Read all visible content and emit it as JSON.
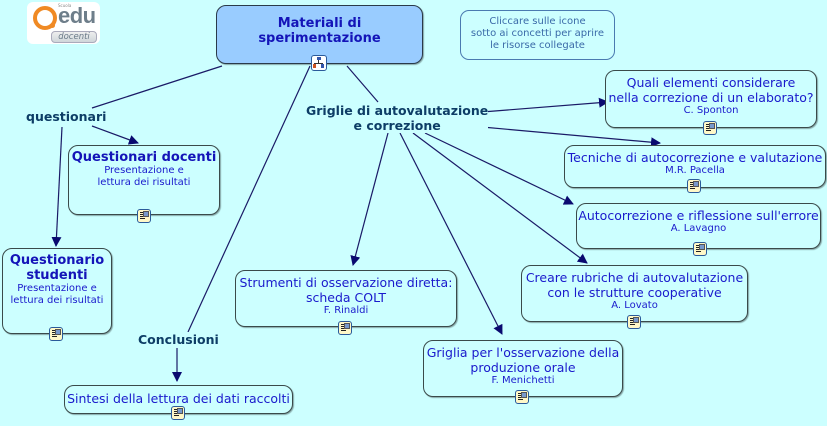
{
  "logo": {
    "small_text": "Scuola",
    "brand": "edu",
    "sub": "docenti"
  },
  "root": {
    "label": "Materiali di sperimentazione",
    "icon": "concept-map-icon"
  },
  "info_box": {
    "lines": [
      "Cliccare sulle icone",
      "sotto ai concetti per aprire",
      "le risorse collegate"
    ]
  },
  "labels": {
    "questionari": "questionari",
    "griglie": [
      "Griglie di autovalutazione",
      "e correzione"
    ],
    "conclusioni": "Conclusioni"
  },
  "nodes": {
    "questionari_docenti": {
      "title": "Questionari docenti",
      "sub": [
        "Presentazione e",
        "lettura dei risultati"
      ],
      "icon": "document-icon"
    },
    "questionario_studenti": {
      "title": [
        "Questionario",
        "studenti"
      ],
      "sub": [
        "Presentazione e",
        "lettura dei risultati"
      ],
      "icon": "document-icon"
    },
    "sintesi": {
      "title": "Sintesi della lettura dei dati raccolti",
      "icon": "document-icon"
    },
    "strumenti": {
      "title": [
        "Strumenti di osservazione diretta:",
        "scheda COLT"
      ],
      "author": "F. Rinaldi",
      "icon": "document-icon"
    },
    "griglia_orale": {
      "title": [
        "Griglia per l'osservazione della",
        "produzione orale"
      ],
      "author": "F. Menichetti",
      "icon": "document-icon"
    },
    "rubriche": {
      "title": [
        "Creare rubriche di autovalutazione",
        "con le strutture cooperative"
      ],
      "author": "A. Lovato",
      "icon": "document-icon"
    },
    "autocorrezione": {
      "title": "Autocorrezione e riflessione sull'errore",
      "author": "A. Lavagno",
      "icon": "document-icon"
    },
    "tecniche": {
      "title": "Tecniche di autocorrezione e valutazione",
      "author": "M.R. Pacella",
      "icon": "document-icon"
    },
    "quali_elementi": {
      "title": [
        "Quali elementi considerare",
        "nella correzione di un elaborato?"
      ],
      "author": "C. Sponton",
      "icon": "document-icon"
    }
  },
  "colors": {
    "background": "#ccffff",
    "root_fill": "#99ccff",
    "link": "#1a1a66",
    "node_text": "#1a1acc",
    "label_text": "#0d3d66"
  }
}
